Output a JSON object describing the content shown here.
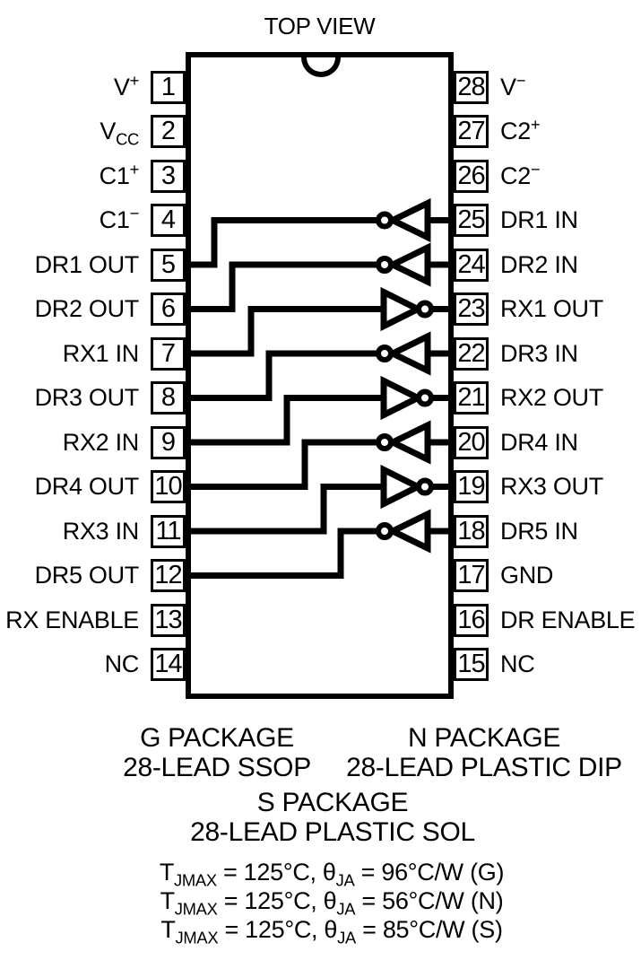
{
  "title": "TOP VIEW",
  "colors": {
    "ink": "#000000",
    "background": "#ffffff"
  },
  "package": {
    "pins_left": [
      {
        "num": "1",
        "label": "V",
        "sup": "+"
      },
      {
        "num": "2",
        "label": "V",
        "sub": "CC"
      },
      {
        "num": "3",
        "label": "C1",
        "sup": "+"
      },
      {
        "num": "4",
        "label": "C1",
        "sup": "−"
      },
      {
        "num": "5",
        "label": "DR1 OUT"
      },
      {
        "num": "6",
        "label": "DR2 OUT"
      },
      {
        "num": "7",
        "label": "RX1 IN"
      },
      {
        "num": "8",
        "label": "DR3 OUT"
      },
      {
        "num": "9",
        "label": "RX2 IN"
      },
      {
        "num": "10",
        "label": "DR4 OUT"
      },
      {
        "num": "11",
        "label": "RX3 IN"
      },
      {
        "num": "12",
        "label": "DR5 OUT"
      },
      {
        "num": "13",
        "label": "RX ENABLE"
      },
      {
        "num": "14",
        "label": "NC"
      }
    ],
    "pins_right": [
      {
        "num": "28",
        "label": "V",
        "sup": "−"
      },
      {
        "num": "27",
        "label": "C2",
        "sup": "+"
      },
      {
        "num": "26",
        "label": "C2",
        "sup": "−"
      },
      {
        "num": "25",
        "label": "DR1 IN"
      },
      {
        "num": "24",
        "label": "DR2 IN"
      },
      {
        "num": "23",
        "label": "RX1 OUT"
      },
      {
        "num": "22",
        "label": "DR3 IN"
      },
      {
        "num": "21",
        "label": "RX2 OUT"
      },
      {
        "num": "20",
        "label": "DR4 IN"
      },
      {
        "num": "19",
        "label": "RX3 OUT"
      },
      {
        "num": "18",
        "label": "DR5 IN"
      },
      {
        "num": "17",
        "label": "GND"
      },
      {
        "num": "16",
        "label": "DR ENABLE"
      },
      {
        "num": "15",
        "label": "NC"
      }
    ]
  },
  "footer": {
    "g_package": {
      "line1": "G PACKAGE",
      "line2": "28-LEAD SSOP"
    },
    "n_package": {
      "line1": "N PACKAGE",
      "line2": "28-LEAD PLASTIC DIP"
    },
    "s_package": {
      "line1": "S PACKAGE",
      "line2": "28-LEAD PLASTIC SOL"
    },
    "thermal": [
      {
        "t1": "T",
        "s1": "JMAX",
        "t2": " = 125°C, θ",
        "s2": "JA",
        "t3": " = 96°C/W (G)"
      },
      {
        "t1": "T",
        "s1": "JMAX",
        "t2": " = 125°C, θ",
        "s2": "JA",
        "t3": " = 56°C/W (N)"
      },
      {
        "t1": "T",
        "s1": "JMAX",
        "t2": " = 125°C, θ",
        "s2": "JA",
        "t3": " = 85°C/W (S)"
      }
    ]
  }
}
